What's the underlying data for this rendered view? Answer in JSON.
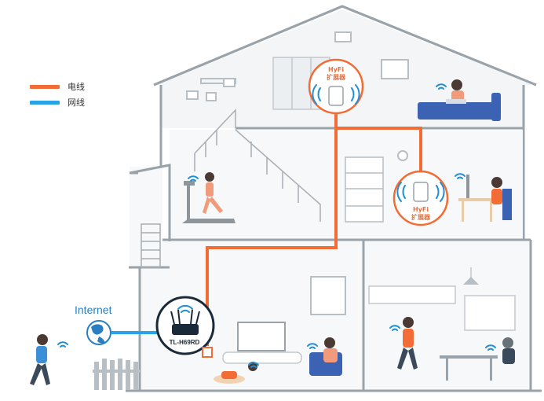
{
  "legend": {
    "power_line": {
      "label": "电线",
      "color": "#f26d35"
    },
    "network_line": {
      "label": "网线",
      "color": "#29a3e6"
    }
  },
  "internet": {
    "label": "Internet",
    "icon": "globe-icon"
  },
  "router": {
    "label": "TL-H69RD",
    "icon": "router-icon"
  },
  "extender_top": {
    "line1": "HyFi",
    "line2": "扩展器",
    "icon": "plug-extender-icon"
  },
  "extender_right": {
    "line1": "HyFi",
    "line2": "扩展器",
    "icon": "plug-extender-icon"
  },
  "colors": {
    "house_outline": "#9aa3aa",
    "house_fill": "#f4f5f6",
    "accent_orange": "#f26d35",
    "accent_blue": "#29a3e6",
    "wifi_blue": "#1e8fd6"
  }
}
